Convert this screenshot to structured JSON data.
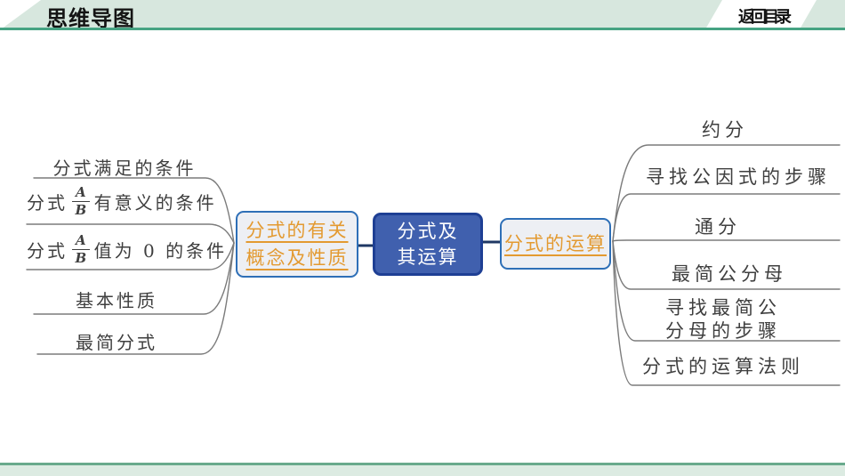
{
  "header": {
    "title": "思维导图",
    "back_button": "返回目录"
  },
  "root": {
    "line1": "分式及",
    "line2": "其运算"
  },
  "left_branch": {
    "label_line1": "分式的有关",
    "label_line2": "概念及性质",
    "leaf1": "分式满足的条件",
    "leaf2": {
      "prefix": "分式",
      "num": "A",
      "den": "B",
      "suffix": "有意义的条件"
    },
    "leaf3": {
      "prefix": "分式",
      "num": "A",
      "den": "B",
      "suffix": "值为 0 的条件"
    },
    "leaf4": "基本性质",
    "leaf5": "最简分式"
  },
  "right_branch": {
    "label": "分式的运算",
    "leaf1": "约分",
    "leaf2": "寻找公因式的步骤",
    "leaf3": "通分",
    "leaf4": "最简公分母",
    "leaf5_line1": "寻找最简公",
    "leaf5_line2": "分母的步骤",
    "leaf6": "分式的运算法则"
  },
  "colors": {
    "header_band": "#d7e7de",
    "header_line": "#46a383",
    "footer_line": "#69aa8c",
    "footer_band": "#dcebe2",
    "root_fill": "#4060ae",
    "root_border": "#1e3f94",
    "branch_fill": "#edeff4",
    "branch_border": "#2e6fb7",
    "branch_text_orange": "#e39a31",
    "leaf_text": "#3f3f3f",
    "connector_gray": "#7b7b7b",
    "connector_navy": "#1f3864"
  }
}
